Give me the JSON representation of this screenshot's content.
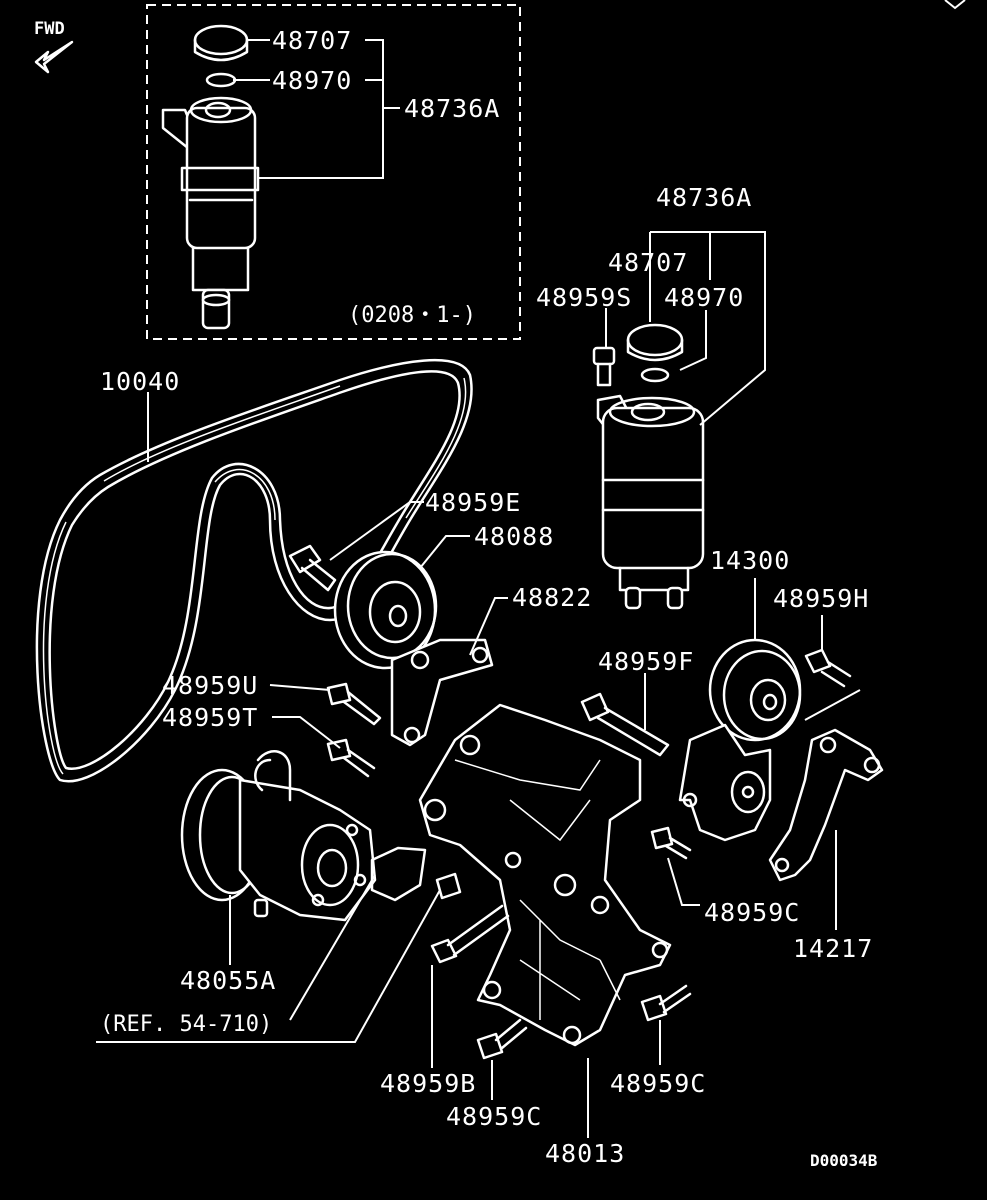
{
  "diagram": {
    "fwd_label": "FWD",
    "inset_note": "(0208・1-)",
    "diagram_code": "D00034B",
    "parts": {
      "p48707_inset": "48707",
      "p48970_inset": "48970",
      "p48736A_inset": "48736A",
      "p48736A": "48736A",
      "p48707": "48707",
      "p48970": "48970",
      "p48959S": "48959S",
      "p10040": "10040",
      "p48959E": "48959E",
      "p48088": "48088",
      "p48822": "48822",
      "p14300": "14300",
      "p48959H": "48959H",
      "p48959F": "48959F",
      "p48959U": "48959U",
      "p48959T": "48959T",
      "p48959C_right": "48959C",
      "p14217": "14217",
      "p48055A": "48055A",
      "ref": "(REF. 54-710)",
      "p48959B": "48959B",
      "p48959C_bottom_right": "48959C",
      "p48959C_bottom": "48959C",
      "p48013": "48013"
    }
  }
}
